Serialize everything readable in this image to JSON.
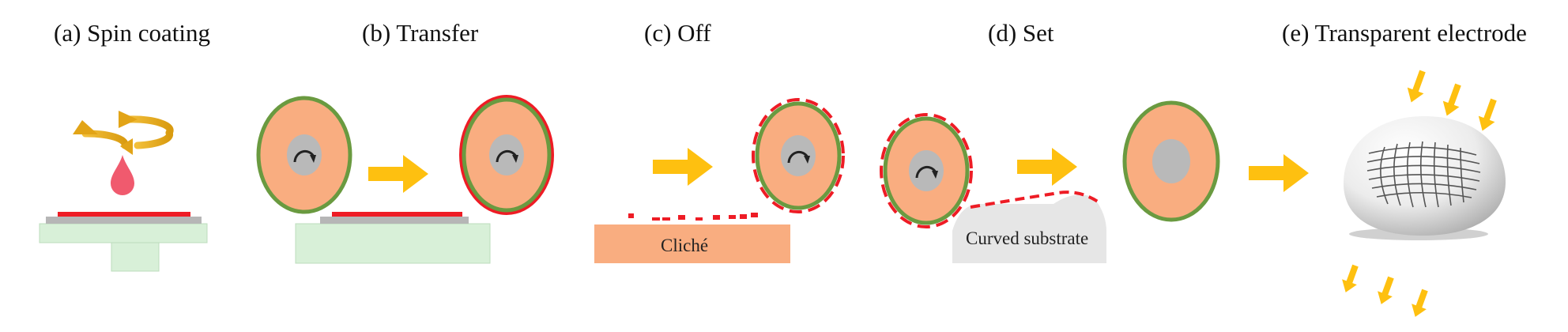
{
  "panels": [
    {
      "id": "a",
      "title": "(a) Spin coating"
    },
    {
      "id": "b",
      "title": "(b) Transfer"
    },
    {
      "id": "c",
      "title": "(c) Off"
    },
    {
      "id": "d",
      "title": "(d) Set"
    },
    {
      "id": "e",
      "title": "(e) Transparent  electrode"
    }
  ],
  "labels": {
    "cliche": "Cliché",
    "curved_substrate": "Curved substrate"
  },
  "colors": {
    "roller_fill": "#f9ad80",
    "roller_core": "#b9b9b9",
    "roller_border": "#6a9a40",
    "ink": "#ee1c25",
    "arrow": "#fec010",
    "stage": "#d8f0d8",
    "stage_edge": "#bcdcbc",
    "plate": "#b6b6b6",
    "cliche_block": "#f9ad80",
    "substrate": "#e6e6e6",
    "spin_arrow": "#e2a417",
    "droplet": "#f05a6e"
  },
  "icons": [
    "rotation-arrow-icon",
    "ink-droplet-icon",
    "light-ray-icon"
  ]
}
